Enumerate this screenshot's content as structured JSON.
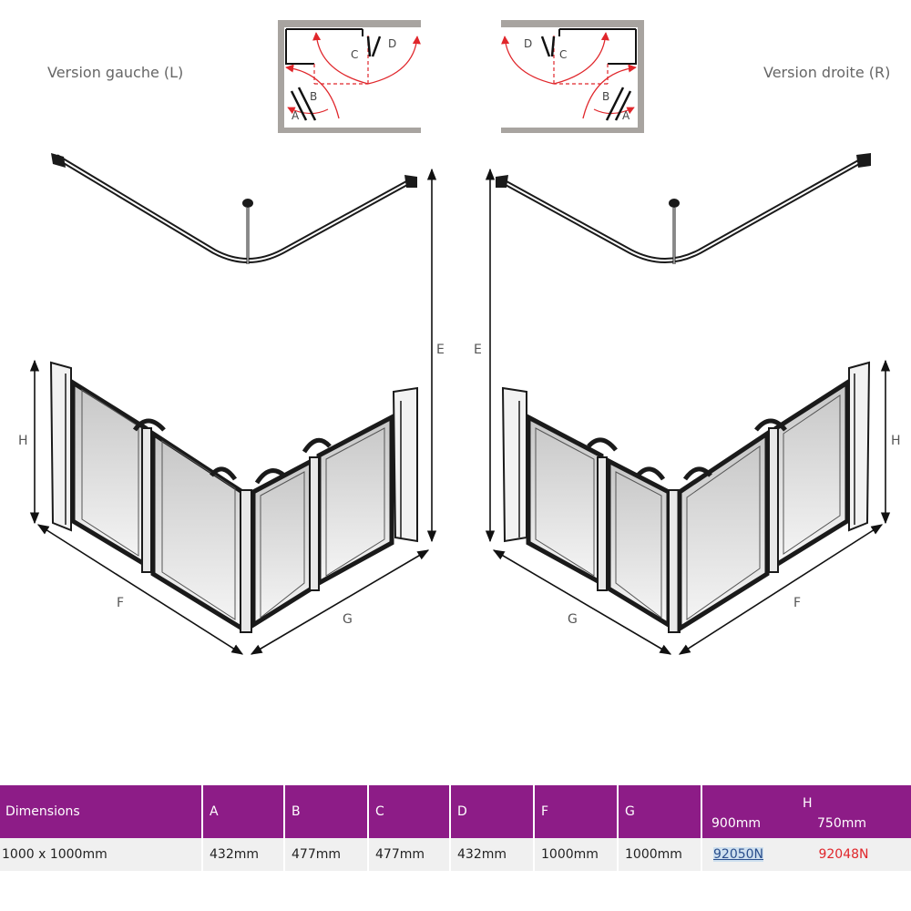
{
  "captions": {
    "left": "Version gauche (L)",
    "right": "Version droite (R)"
  },
  "door_labels": {
    "a": "A",
    "b": "B",
    "c": "C",
    "d": "D"
  },
  "dimension_labels": {
    "e": "E",
    "f": "F",
    "g": "G",
    "h": "H"
  },
  "table": {
    "headers": {
      "dimensions": "Dimensions",
      "a": "A",
      "b": "B",
      "c": "C",
      "d": "D",
      "f": "F",
      "g": "G",
      "h": "H",
      "h_900": "900mm",
      "h_750": "750mm"
    },
    "row": {
      "size": "1000 x 1000mm",
      "a": "432mm",
      "b": "477mm",
      "c": "477mm",
      "d": "432mm",
      "f": "1000mm",
      "g": "1000mm",
      "code_900": "92050N",
      "code_750": "92048N"
    }
  },
  "colors": {
    "header_purple": "#8d1c87",
    "swing_arrow_red": "#e0262b",
    "row_background": "#f0f0f0",
    "plan_frame": "#a8a4a0",
    "code_highlight": "#2b4f8c"
  }
}
